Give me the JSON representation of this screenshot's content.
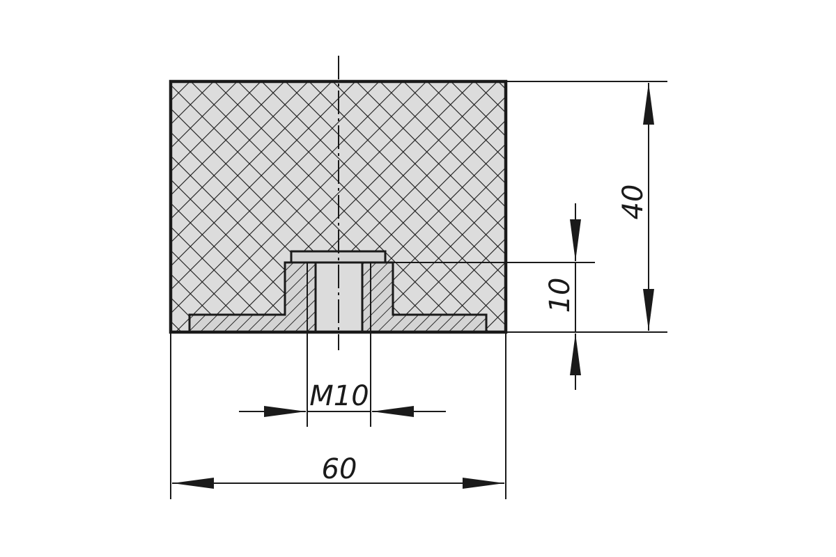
{
  "dimensions": {
    "height": "40",
    "insert_height": "10",
    "thread": "M10",
    "width": "60"
  },
  "colors": {
    "line": "#1a1a1a",
    "rubber_fill": "#dcdcdc",
    "metal_fill": "#d4d4d4",
    "background": "#ffffff"
  }
}
